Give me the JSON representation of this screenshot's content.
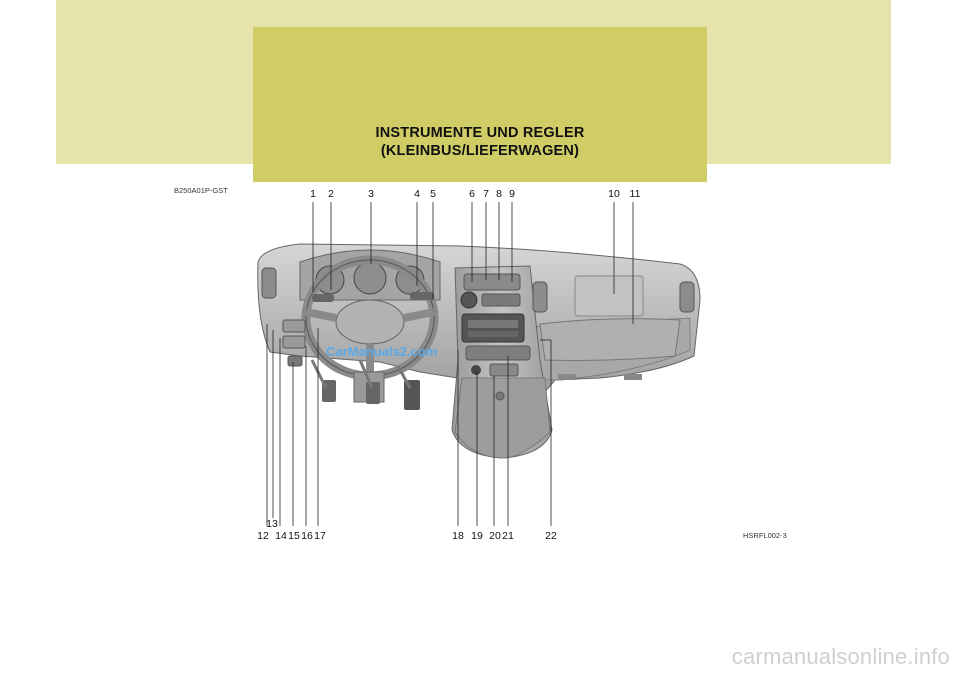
{
  "header": {
    "title_line1": "INSTRUMENTE UND REGLER",
    "title_line2": "(KLEINBUS/LIEFERWAGEN)"
  },
  "ref_codes": {
    "left": "B250A01P-GST",
    "right": "HSRFL002-3"
  },
  "callouts": {
    "top": [
      "1",
      "2",
      "3",
      "4",
      "5",
      "6",
      "7",
      "8",
      "9",
      "10",
      "11"
    ],
    "bottom": [
      "13",
      "12",
      "14",
      "15",
      "16",
      "17",
      "18",
      "19",
      "20",
      "21",
      "22"
    ]
  },
  "watermarks": {
    "diagram": "CarManuals2.com",
    "footer": "carmanualsonline.info"
  },
  "colors": {
    "band": "#e6e4aa",
    "title_box": "#d0cc66",
    "dashboard": "#b9b9b9"
  }
}
